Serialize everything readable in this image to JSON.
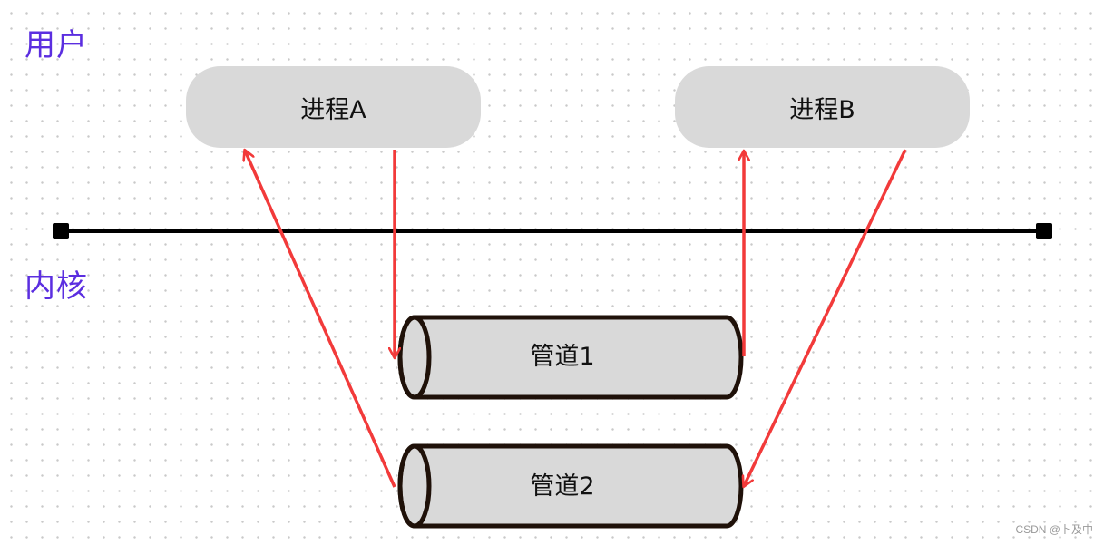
{
  "zones": {
    "user": "用户",
    "kernel": "内核"
  },
  "processes": {
    "a": "进程A",
    "b": "进程B"
  },
  "pipes": {
    "p1": "管道1",
    "p2": "管道2"
  },
  "watermark": "CSDN @卜及中",
  "colors": {
    "zone_label": "#5b2ee0",
    "arrow": "#f23a3a",
    "box_fill": "#d9d9d9",
    "pipe_outline": "#1f1109",
    "divider": "#000000"
  }
}
